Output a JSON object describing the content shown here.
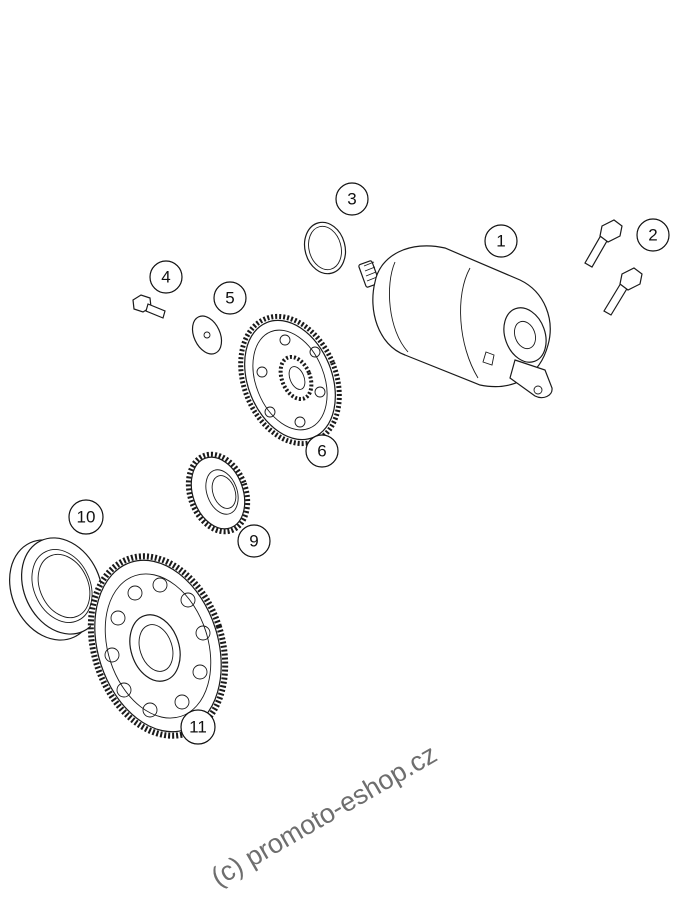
{
  "diagram": {
    "callouts": [
      {
        "id": "1",
        "label": "1"
      },
      {
        "id": "2",
        "label": "2"
      },
      {
        "id": "3",
        "label": "3"
      },
      {
        "id": "4",
        "label": "4"
      },
      {
        "id": "5",
        "label": "5"
      },
      {
        "id": "6",
        "label": "6"
      },
      {
        "id": "9",
        "label": "9"
      },
      {
        "id": "10",
        "label": "10"
      },
      {
        "id": "11",
        "label": "11"
      }
    ],
    "watermark": "(c) promoto-eshop.cz",
    "colors": {
      "line": "#1a1a1a",
      "watermark": "#6e6e6e",
      "background": "#ffffff"
    }
  }
}
